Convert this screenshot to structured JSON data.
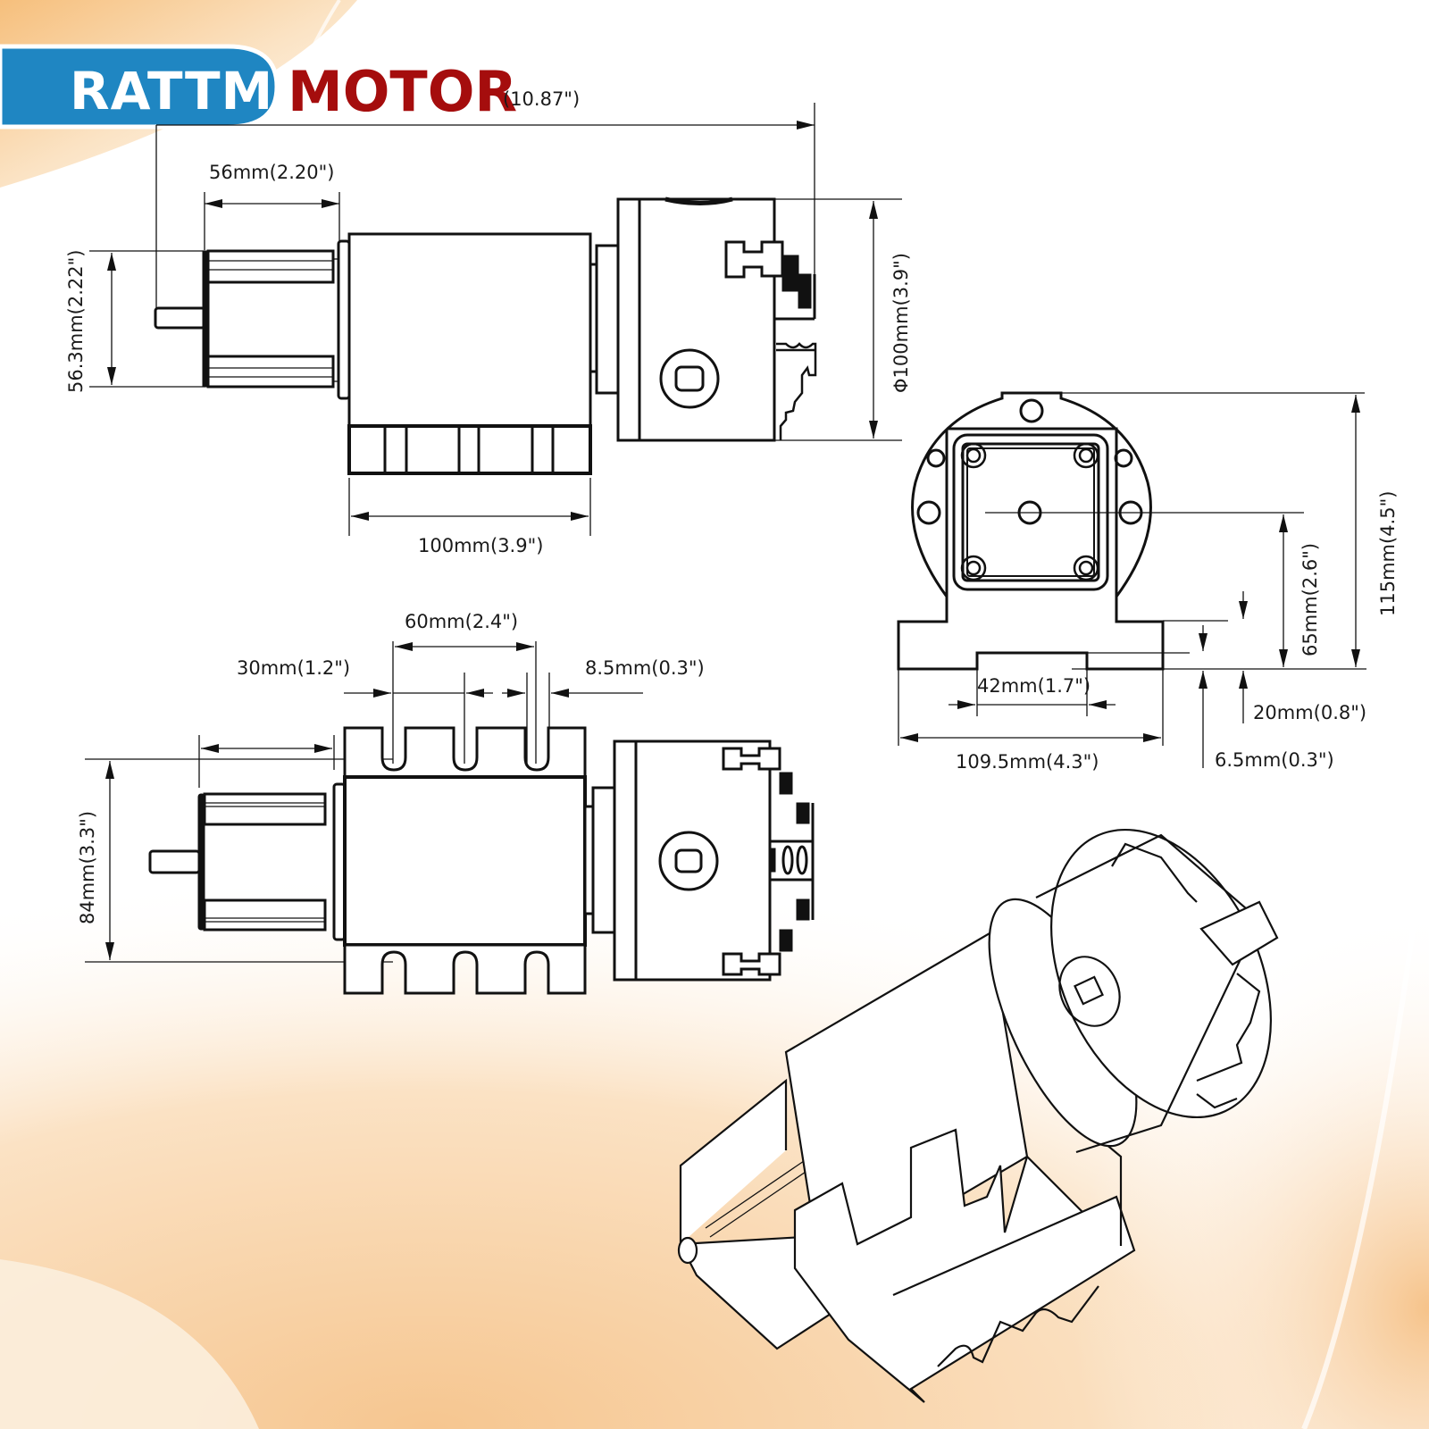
{
  "brand": {
    "name_left": "RATTM",
    "name_right": "MOTOR",
    "colors": {
      "left_badge": "#1f86c2",
      "right_text": "#a50d0d",
      "background_accent": "#f7c88f"
    }
  },
  "diagram": {
    "title": "Rotary axis 4th axis dimension drawing",
    "views": [
      "top-view",
      "end-view",
      "side-view",
      "isometric-view"
    ],
    "dimensions": {
      "overall_length": "(10.87\")",
      "motor_length": "56mm(2.20\")",
      "motor_height": "56.3mm(2.22\")",
      "chuck_diameter": "Φ100mm(3.9\")",
      "body_length": "100mm(3.9\")",
      "slot_pitch": "60mm(2.4\")",
      "slot_offset": "30mm(1.2\")",
      "slot_width": "8.5mm(0.3\")",
      "base_width": "84mm(3.3\")",
      "center_height_total": "115mm(4.5\")",
      "center_height": "65mm(2.6\")",
      "key_width": "42mm(1.7\")",
      "base_overall_width": "109.5mm(4.3\")",
      "base_thickness": "20mm(0.8\")",
      "key_height": "6.5mm(0.3\")"
    }
  }
}
